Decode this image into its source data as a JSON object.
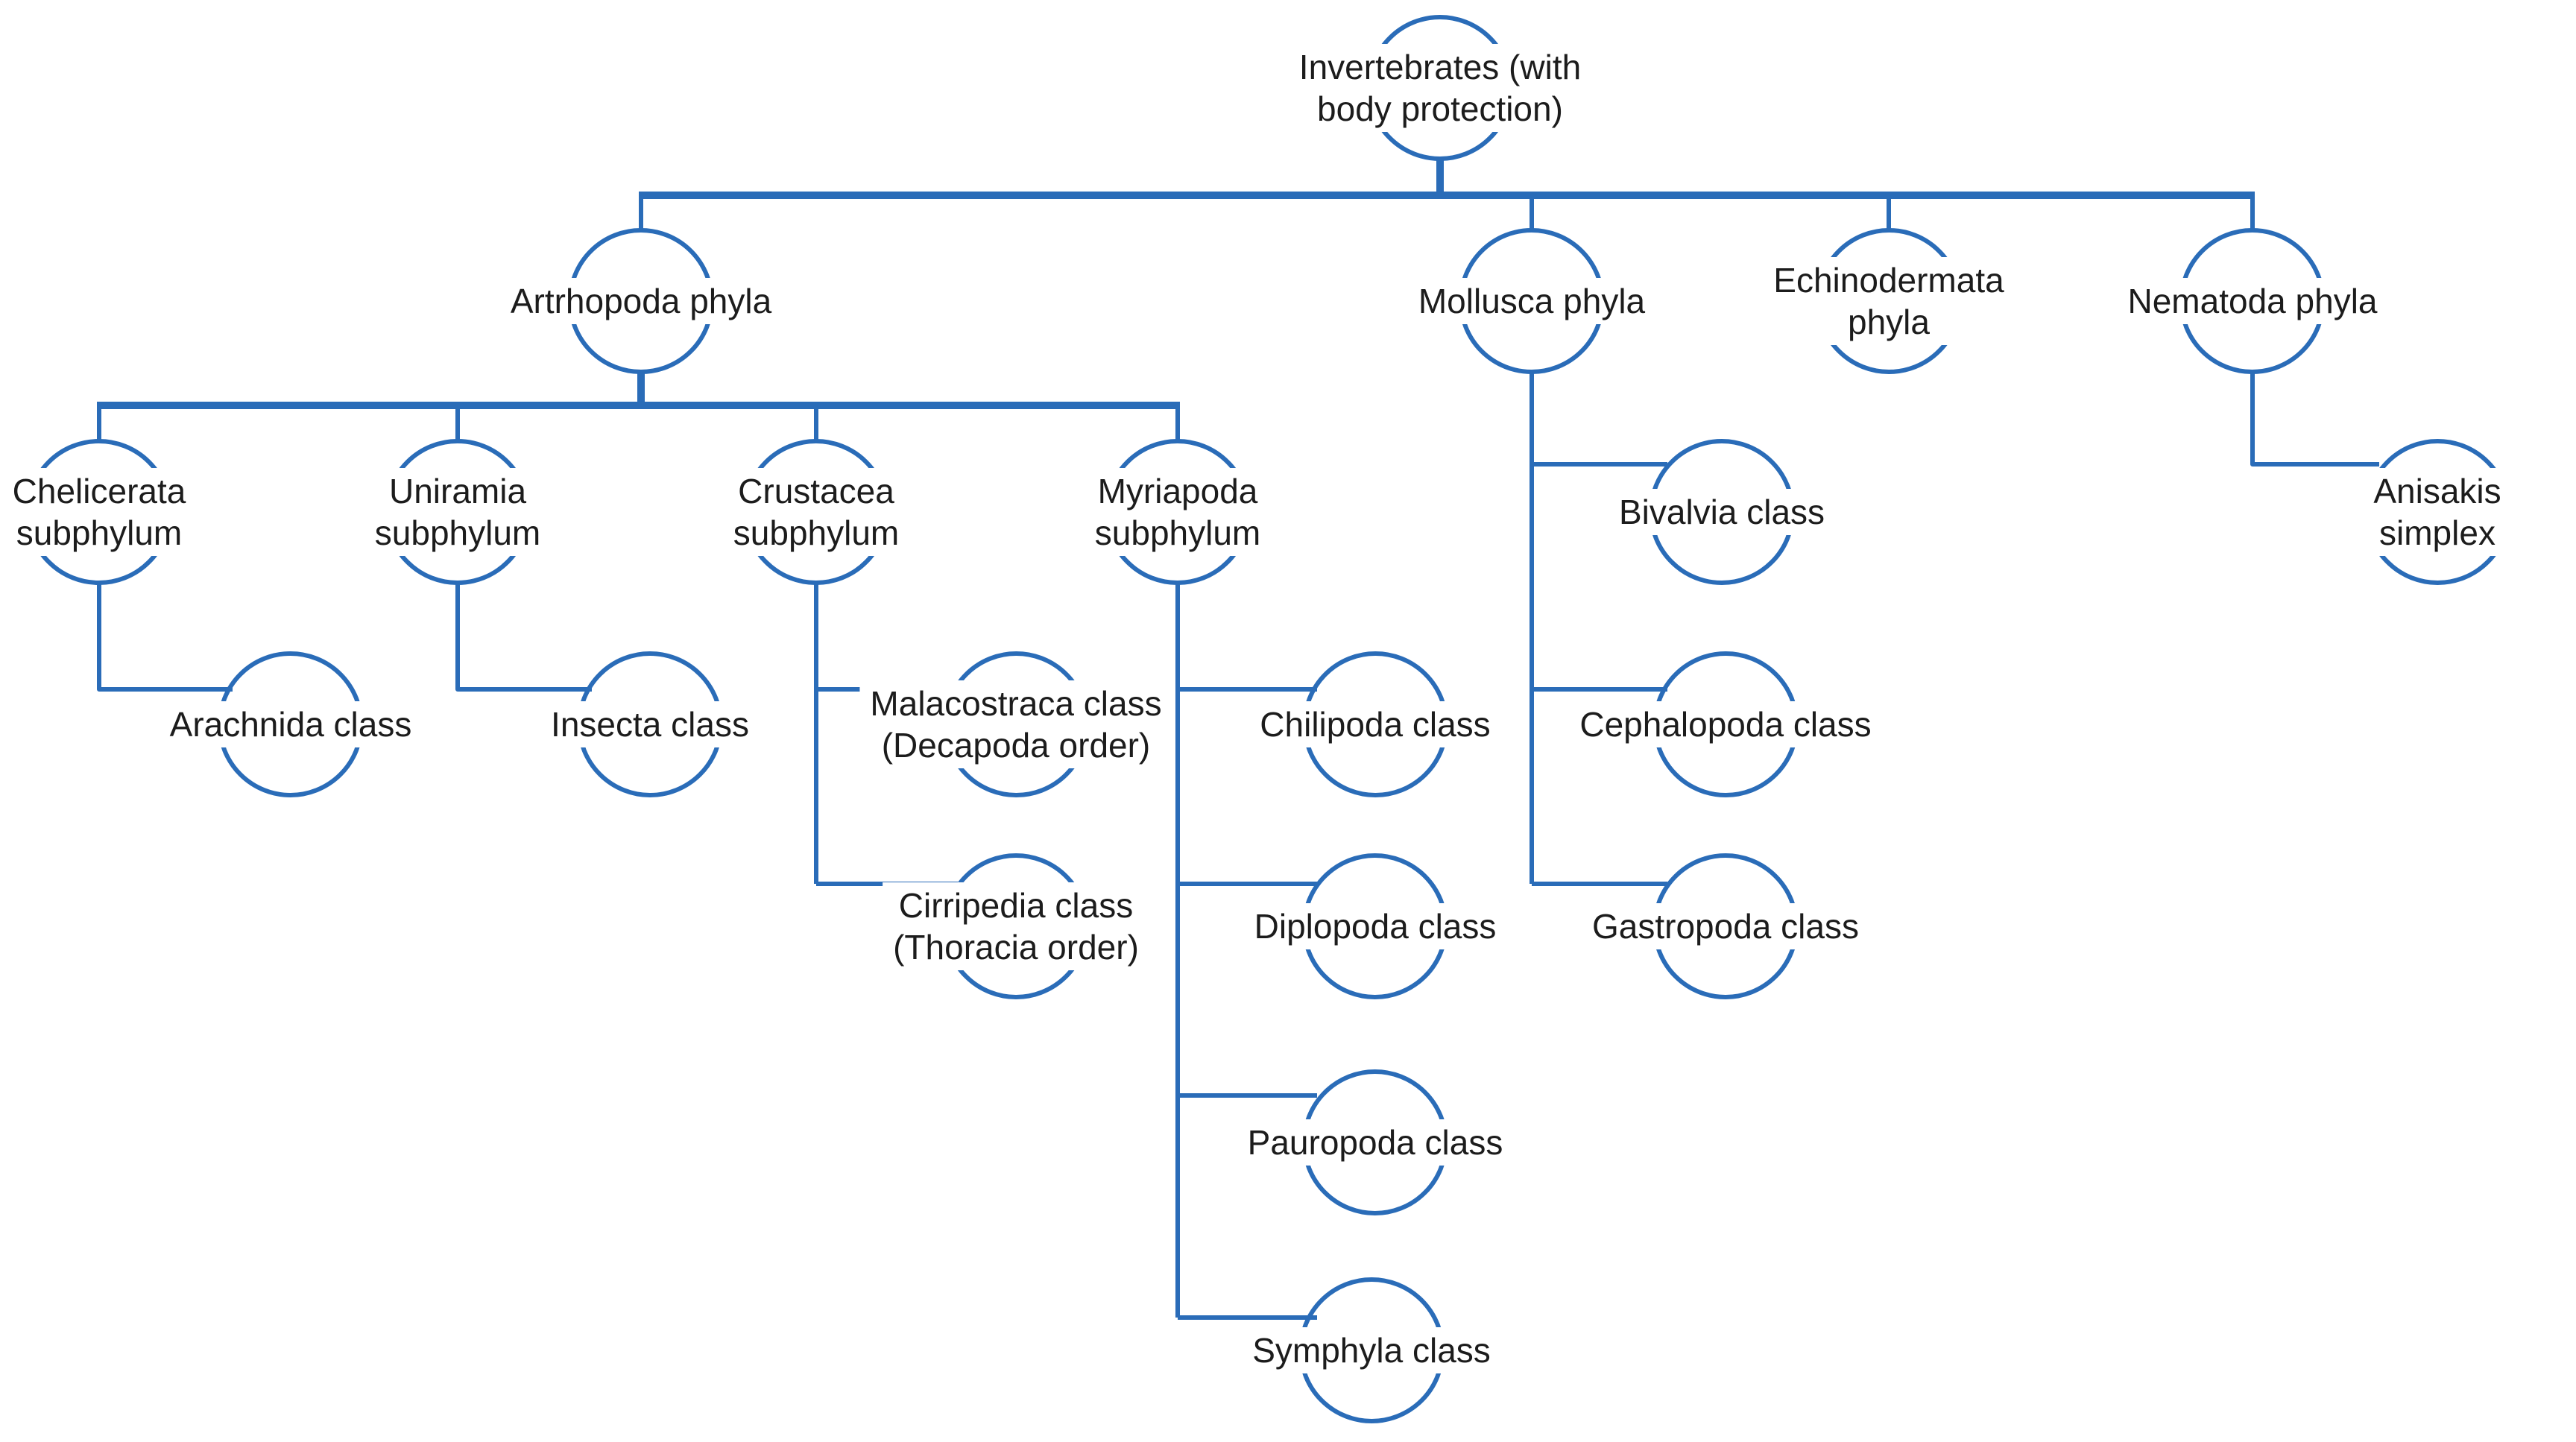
{
  "diagram": {
    "type": "taxonomy-hierarchy",
    "line_color": "#2a6cb8",
    "text_color": "#1c1c1c",
    "background_color": "#ffffff",
    "nodes": [
      {
        "id": "invertebrates",
        "label": "Invertebrates (with\nbody protection)",
        "rank": "root",
        "parent": null
      },
      {
        "id": "arthropoda",
        "label": "Artrhopoda phyla",
        "rank": "phylum",
        "parent": "invertebrates"
      },
      {
        "id": "mollusca",
        "label": "Mollusca phyla",
        "rank": "phylum",
        "parent": "invertebrates"
      },
      {
        "id": "echinodermata",
        "label": "Echinodermata\nphyla",
        "rank": "phylum",
        "parent": "invertebrates"
      },
      {
        "id": "nematoda",
        "label": "Nematoda phyla",
        "rank": "phylum",
        "parent": "invertebrates"
      },
      {
        "id": "chelicerata",
        "label": "Chelicerata\nsubphylum",
        "rank": "subphylum",
        "parent": "arthropoda"
      },
      {
        "id": "uniramia",
        "label": "Uniramia\nsubphylum",
        "rank": "subphylum",
        "parent": "arthropoda"
      },
      {
        "id": "crustacea",
        "label": "Crustacea\nsubphylum",
        "rank": "subphylum",
        "parent": "arthropoda"
      },
      {
        "id": "myriapoda",
        "label": "Myriapoda\nsubphylum",
        "rank": "subphylum",
        "parent": "arthropoda"
      },
      {
        "id": "bivalvia",
        "label": "Bivalvia class",
        "rank": "class",
        "parent": "mollusca"
      },
      {
        "id": "anisakis",
        "label": "Anisakis simplex",
        "rank": "species",
        "parent": "nematoda"
      },
      {
        "id": "arachnida",
        "label": "Arachnida class",
        "rank": "class",
        "parent": "chelicerata"
      },
      {
        "id": "insecta",
        "label": "Insecta class",
        "rank": "class",
        "parent": "uniramia"
      },
      {
        "id": "malacostraca",
        "label": "Malacostraca class\n(Decapoda order)",
        "rank": "class",
        "parent": "crustacea"
      },
      {
        "id": "chilipoda",
        "label": "Chilipoda class",
        "rank": "class",
        "parent": "myriapoda"
      },
      {
        "id": "cephalopoda",
        "label": "Cephalopoda class",
        "rank": "class",
        "parent": "mollusca"
      },
      {
        "id": "cirripedia",
        "label": "Cirripedia class\n(Thoracia order)",
        "rank": "class",
        "parent": "crustacea"
      },
      {
        "id": "diplopoda",
        "label": "Diplopoda class",
        "rank": "class",
        "parent": "myriapoda"
      },
      {
        "id": "gastropoda",
        "label": "Gastropoda class",
        "rank": "class",
        "parent": "mollusca"
      },
      {
        "id": "pauropoda",
        "label": "Pauropoda class",
        "rank": "class",
        "parent": "myriapoda"
      },
      {
        "id": "symphyla",
        "label": "Symphyla class",
        "rank": "class",
        "parent": "myriapoda"
      }
    ],
    "edges": [
      [
        "invertebrates",
        "arthropoda"
      ],
      [
        "invertebrates",
        "mollusca"
      ],
      [
        "invertebrates",
        "echinodermata"
      ],
      [
        "invertebrates",
        "nematoda"
      ],
      [
        "arthropoda",
        "chelicerata"
      ],
      [
        "arthropoda",
        "uniramia"
      ],
      [
        "arthropoda",
        "crustacea"
      ],
      [
        "arthropoda",
        "myriapoda"
      ],
      [
        "chelicerata",
        "arachnida"
      ],
      [
        "uniramia",
        "insecta"
      ],
      [
        "crustacea",
        "malacostraca"
      ],
      [
        "crustacea",
        "cirripedia"
      ],
      [
        "myriapoda",
        "chilipoda"
      ],
      [
        "myriapoda",
        "diplopoda"
      ],
      [
        "myriapoda",
        "pauropoda"
      ],
      [
        "myriapoda",
        "symphyla"
      ],
      [
        "mollusca",
        "bivalvia"
      ],
      [
        "mollusca",
        "cephalopoda"
      ],
      [
        "mollusca",
        "gastropoda"
      ],
      [
        "nematoda",
        "anisakis"
      ]
    ]
  }
}
